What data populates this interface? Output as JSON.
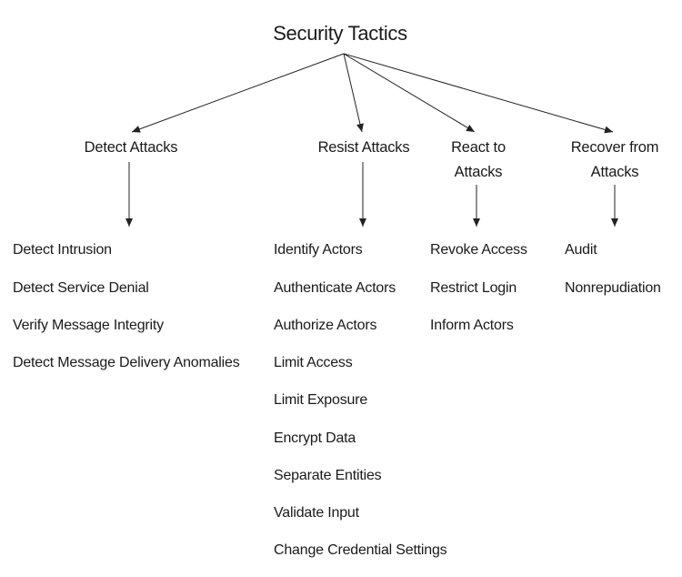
{
  "diagram": {
    "root": {
      "label": "Security Tactics"
    },
    "categories": [
      {
        "label": "Detect Attacks",
        "tactics": [
          "Detect Intrusion",
          "Detect Service Denial",
          "Verify Message Integrity",
          "Detect Message Delivery Anomalies"
        ]
      },
      {
        "label": "Resist Attacks",
        "tactics": [
          "Identify Actors",
          "Authenticate Actors",
          "Authorize Actors",
          "Limit Access",
          "Limit Exposure",
          "Encrypt Data",
          "Separate Entities",
          "Validate Input",
          "Change Credential Settings"
        ]
      },
      {
        "label": "React to\nAttacks",
        "tactics": [
          "Revoke Access",
          "Restrict Login",
          "Inform Actors"
        ]
      },
      {
        "label": "Recover from\nAttacks",
        "tactics": [
          "Audit",
          "Nonrepudiation"
        ]
      }
    ]
  },
  "colors": {
    "text": "#1a1a1a",
    "line": "#222222",
    "background": "#ffffff"
  }
}
